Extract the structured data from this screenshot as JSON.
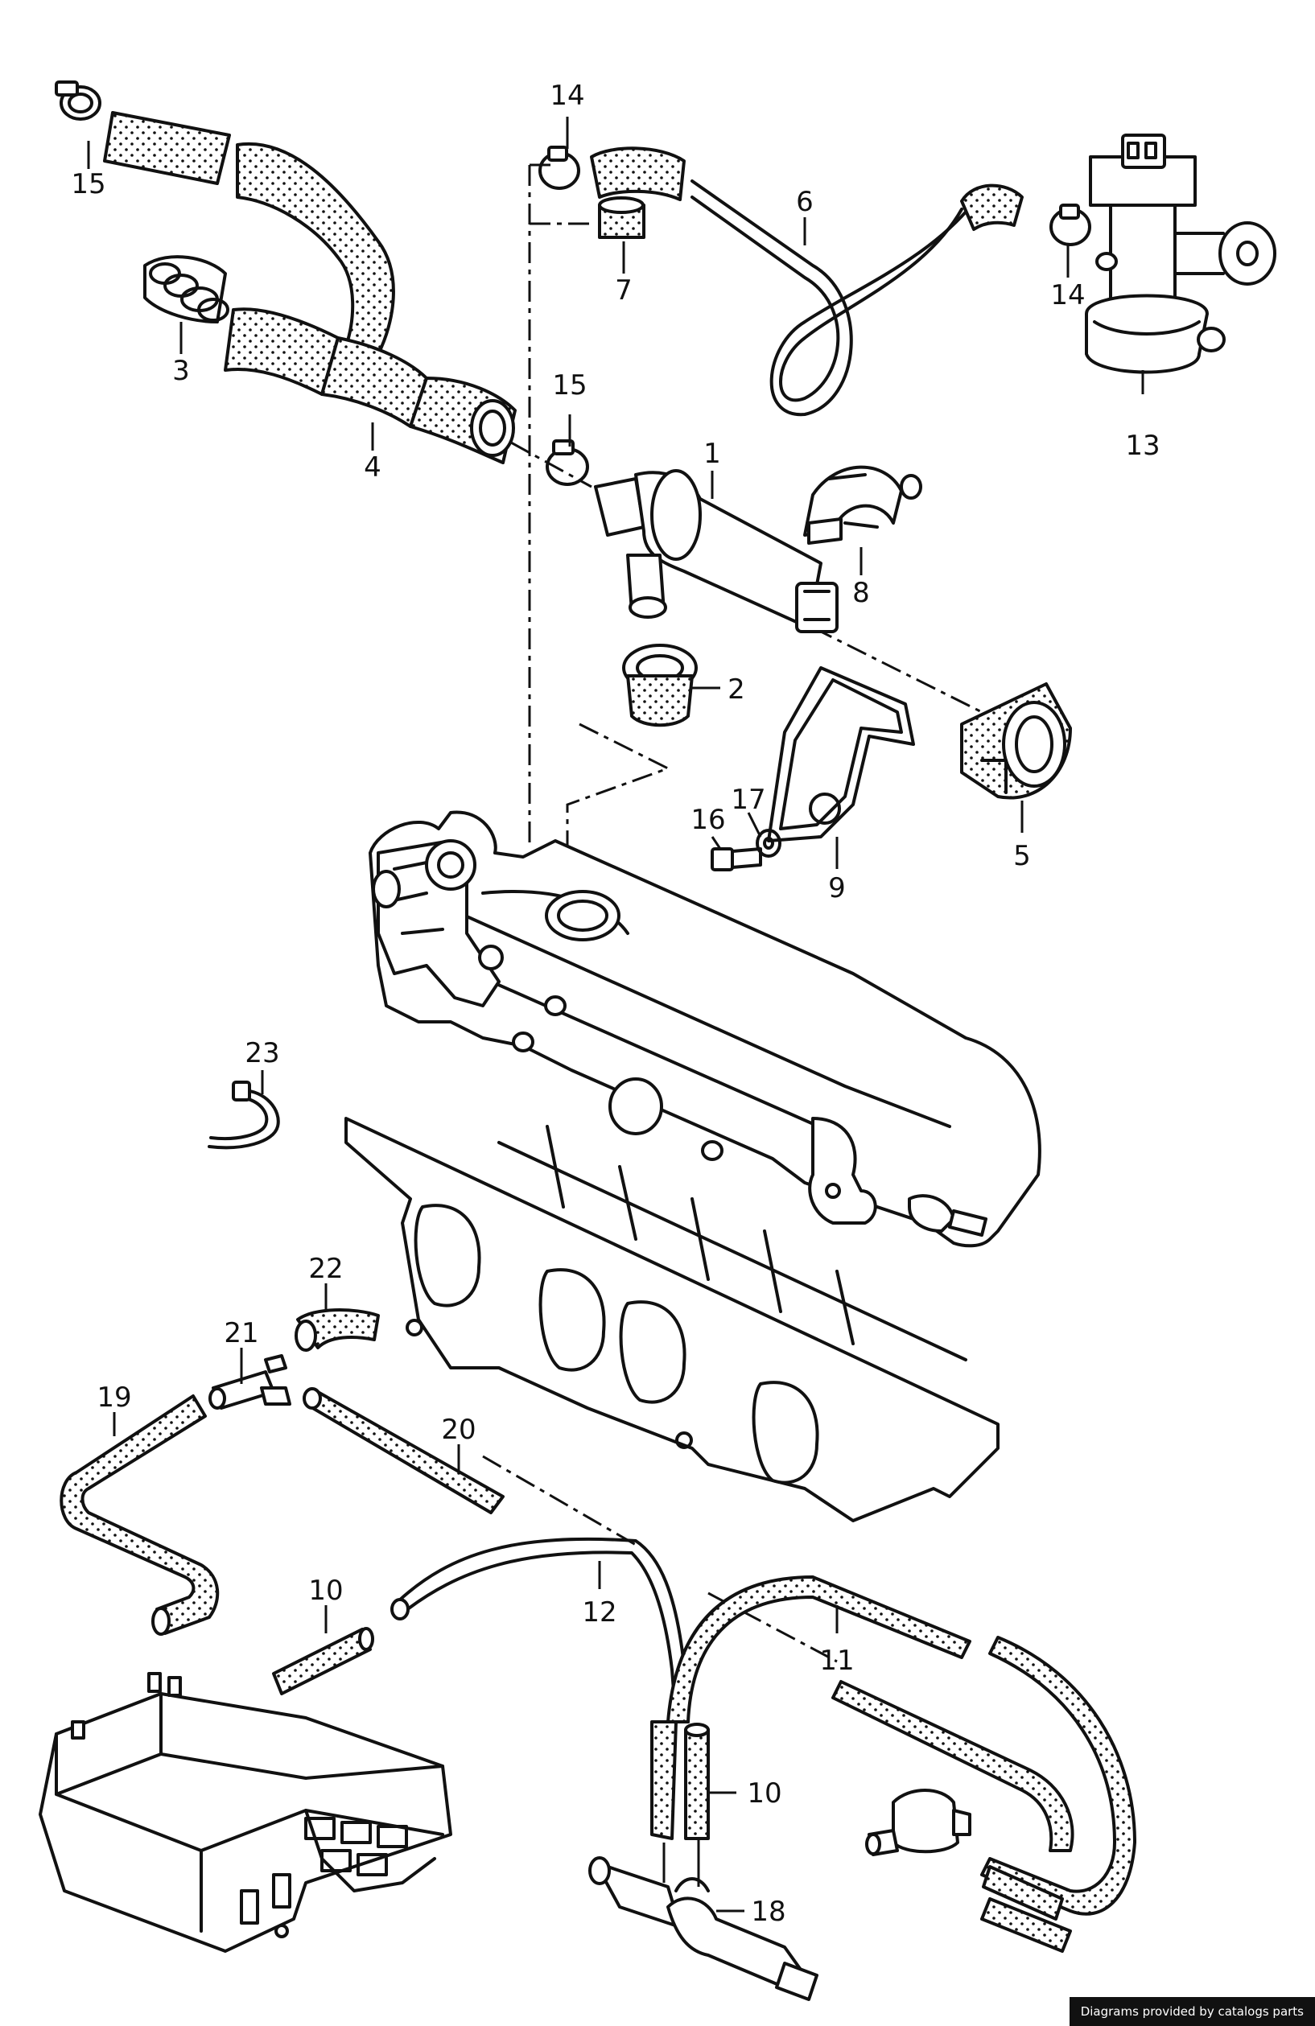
{
  "credit": "Diagrams provided by catalogs parts",
  "labels": {
    "l1": "1",
    "l2": "2",
    "l3": "3",
    "l4": "4",
    "l5": "5",
    "l6": "6",
    "l7": "7",
    "l8": "8",
    "l9": "9",
    "l10a": "10",
    "l10b": "10",
    "l11": "11",
    "l12": "12",
    "l13": "13",
    "l14a": "14",
    "l14b": "14",
    "l15a": "15",
    "l15b": "15",
    "l16": "16",
    "l17": "17",
    "l18": "18",
    "l19": "19",
    "l20": "20",
    "l21": "21",
    "l22": "22",
    "l23": "23"
  }
}
